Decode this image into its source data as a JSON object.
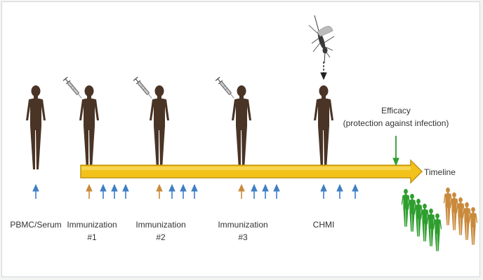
{
  "labels": {
    "baseline": "PBMC/Serum",
    "immunization1": "Immunization",
    "immunization1_num": "#1",
    "immunization2": "Immunization",
    "immunization2_num": "#2",
    "immunization3": "Immunization",
    "immunization3_num": "#3",
    "chmi": "CHMI",
    "efficacy": "Efficacy",
    "efficacy_sub": "(protection against infection)",
    "timeline": "Timeline"
  },
  "colors": {
    "figure": "#4a3426",
    "arrow_body": "#f2c21a",
    "arrow_outline": "#c49410",
    "sample_arrow": "#3f7fc4",
    "immunization_arrow": "#c98a3c",
    "efficacy_arrow": "#2e9e2e",
    "protected_group": "#2e9e2e",
    "unprotected_group": "#c98a3c"
  },
  "icons": {
    "person": "person-silhouette-icon",
    "syringe": "syringe-icon",
    "mosquito": "mosquito-icon"
  }
}
